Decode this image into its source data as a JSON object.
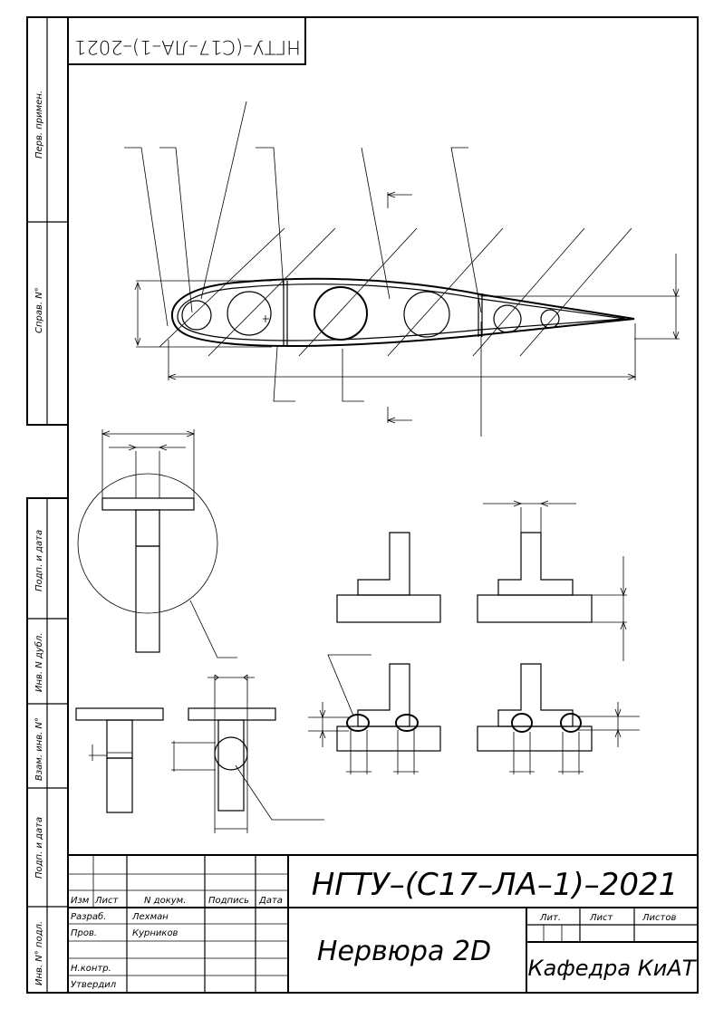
{
  "document": {
    "code_top": "НГТУ–(С17–ЛА–1)–2021",
    "code_main": "НГТУ–(С17–ЛА–1)–2021",
    "title": "Нервюра  2D",
    "department": "Кафедра  КиАТ"
  },
  "side_labels": {
    "perv_primen": "Перв. примен.",
    "sprav_no": "Справ. N°",
    "podp_data_1": "Подп. и дата",
    "inv_dubl": "Инв. N дубл.",
    "vzam_inv": "Взам. инв. N°",
    "podp_data_2": "Подп. и дата",
    "inv_podl": "Инв. N° подл."
  },
  "title_block": {
    "headers": {
      "izm": "Изм",
      "list": "Лист",
      "n_dokum": "N докум.",
      "podpis": "Подпись",
      "data": "Дата"
    },
    "rows": [
      {
        "role": "Разраб.",
        "name": "Лехман"
      },
      {
        "role": "Пров.",
        "name": "Курников"
      },
      {
        "role": "",
        "name": ""
      },
      {
        "role": "Н.контр.",
        "name": ""
      },
      {
        "role": "Утвердил",
        "name": ""
      }
    ],
    "right_headers": {
      "lit": "Лит.",
      "list": "Лист",
      "listov": "Листов"
    }
  }
}
